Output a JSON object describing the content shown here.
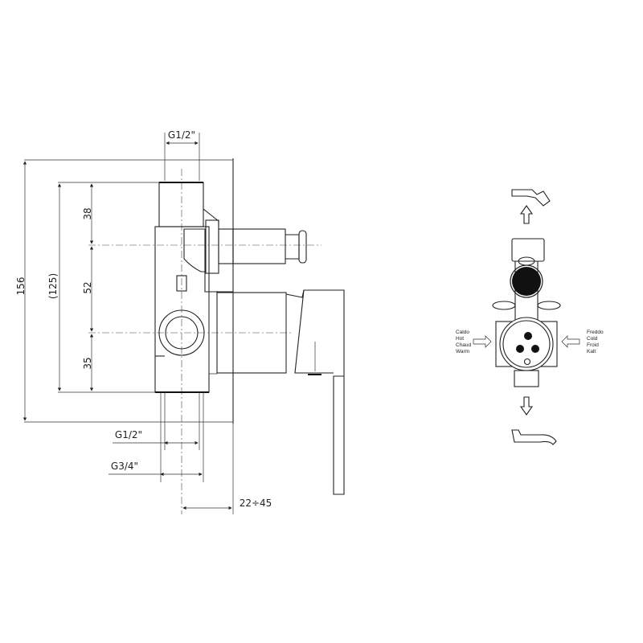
{
  "dimensions": {
    "overall_height": "156",
    "body_height": "(125)",
    "segment_top": "38",
    "segment_mid": "52",
    "segment_bottom": "35",
    "top_connection": "G1/2\"",
    "bottom_connection_inner": "G1/2\"",
    "bottom_connection_outer": "G3/4\"",
    "wall_depth": "22÷45"
  },
  "flow_schematic": {
    "hot_labels": [
      "Caldo",
      "Hot",
      "Chaud",
      "Warm"
    ],
    "cold_labels": [
      "Freddo",
      "Cold",
      "Froid",
      "Kalt"
    ]
  },
  "colors": {
    "line": "#222222",
    "background": "#ffffff"
  }
}
